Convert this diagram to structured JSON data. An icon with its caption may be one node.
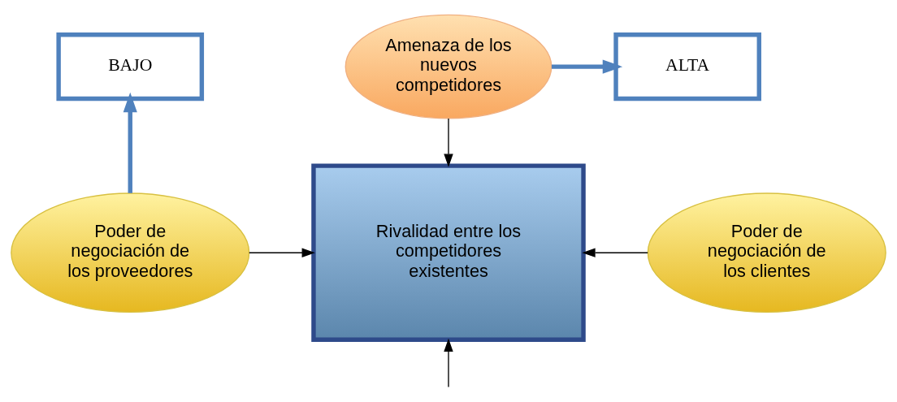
{
  "diagram": {
    "nodes": [
      {
        "text": [
          "Amenaza de los nuevos competidores"
        ]
      },
      {
        "text": [
          "ALTA"
        ]
      },
      {
        "text": [
          "BAJO"
        ]
      },
      {
        "text": [
          "Poder de negociación de los proveedores"
        ]
      },
      {
        "text": [
          "Rivalidad entre los competidores existentes"
        ]
      },
      {
        "text": [
          "Poder de negociación de los clientes"
        ]
      }
    ],
    "edges": [
      {
        "from": 0,
        "to": 1,
        "arrow": "to",
        "style": "thick",
        "color": "#4f81bd"
      },
      {
        "from": 3,
        "to": 2,
        "arrow": "to",
        "style": "thick",
        "color": "#4f81bd"
      },
      {
        "from": 0,
        "to": 4,
        "arrow": "to"
      },
      {
        "from": 3,
        "to": 4,
        "arrow": "to"
      },
      {
        "from": 5,
        "to": 4,
        "arrow": "to"
      },
      {
        "from": null,
        "to": 4,
        "arrow": "to"
      }
    ]
  }
}
